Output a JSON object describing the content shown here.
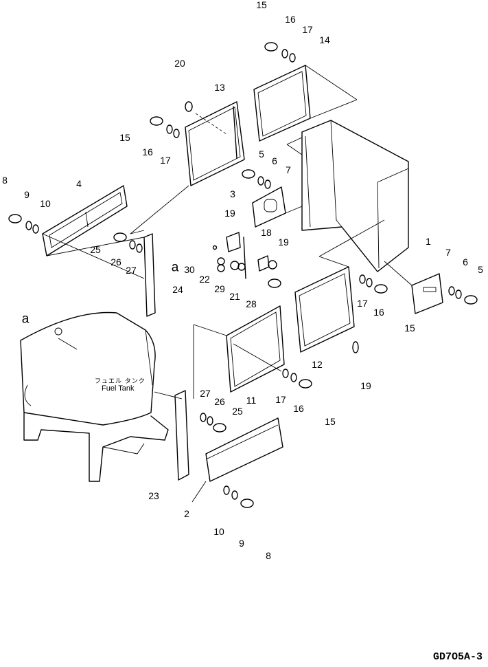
{
  "figure_code": "GD7O5A-3",
  "fuel_tank_label_jp": "フュエル タンク",
  "fuel_tank_label_en": "Fuel Tank",
  "reference_letter": "a",
  "callouts": {
    "c15a": "15",
    "c16a": "16",
    "c17a": "17",
    "c14": "14",
    "c20": "20",
    "c13": "13",
    "c15b": "15",
    "c16b": "16",
    "c17b": "17",
    "c5a": "5",
    "c6a": "6",
    "c7a": "7",
    "c3": "3",
    "c8a": "8",
    "c9a": "9",
    "c10a": "10",
    "c4": "4",
    "c19a": "19",
    "c18": "18",
    "c19b": "19",
    "c25a": "25",
    "c26a": "26",
    "c27a": "27",
    "c30": "30",
    "c22": "22",
    "c29": "29",
    "c21": "21",
    "c24": "24",
    "c28": "28",
    "c1": "1",
    "c7b": "7",
    "c6b": "6",
    "c5b": "5",
    "c17c": "17",
    "c16c": "16",
    "c15c": "15",
    "c12": "12",
    "c19c": "19",
    "c11": "11",
    "c17d": "17",
    "c16d": "16",
    "c15d": "15",
    "c27b": "27",
    "c26b": "26",
    "c25b": "25",
    "c23": "23",
    "c2": "2",
    "c10b": "10",
    "c9b": "9",
    "c8b": "8"
  }
}
